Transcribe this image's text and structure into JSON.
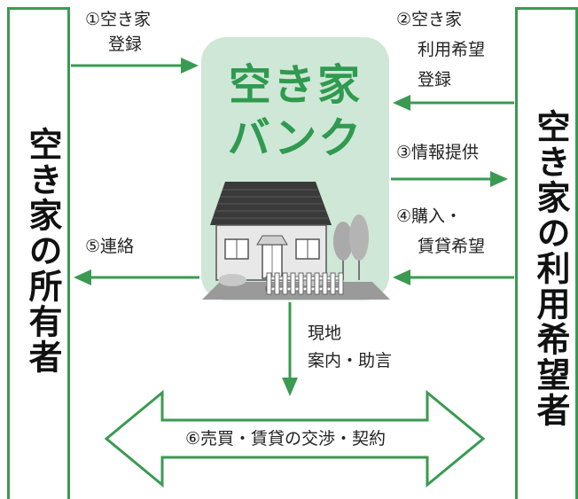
{
  "left_box": {
    "label": "空き家の所有者"
  },
  "right_box": {
    "label": "空き家の利用希望者"
  },
  "bank": {
    "title_line1": "空き家",
    "title_line2": "バンク"
  },
  "flows": {
    "f1_line1": "①空き家",
    "f1_line2": "登録",
    "f2_line1": "②空き家",
    "f2_line2": "利用希望",
    "f2_line3": "登録",
    "f3": "③情報提供",
    "f4_line1": "④購入・",
    "f4_line2": "賃貸希望",
    "f5": "⑤連絡",
    "onsite_line1": "現地",
    "onsite_line2": "案内・助言",
    "f6": "⑥売買・賃貸の交渉・契約"
  },
  "colors": {
    "accent": "#3a9a52",
    "bank_bg": "#cfe7d6"
  }
}
